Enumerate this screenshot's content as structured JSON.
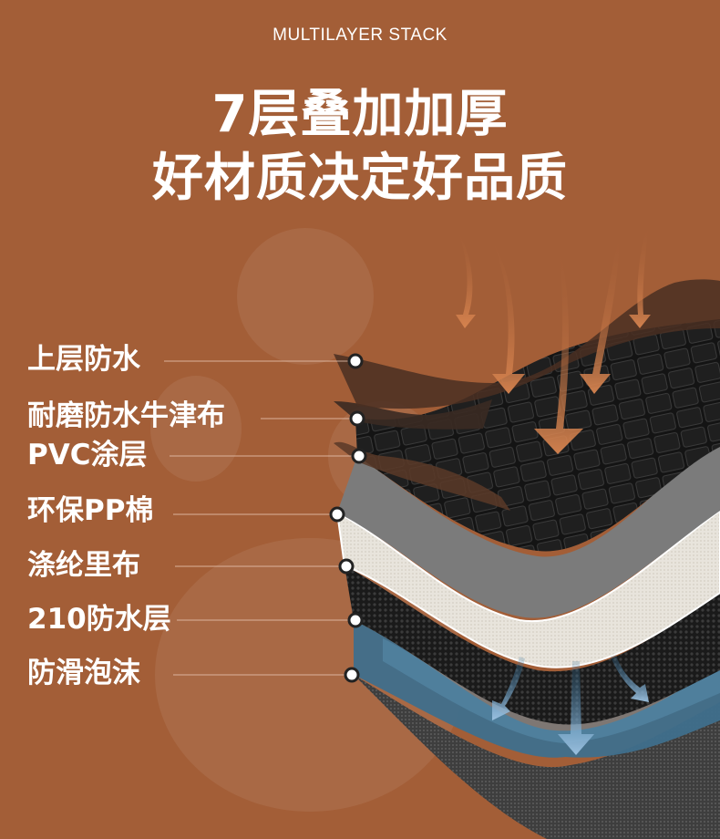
{
  "header": {
    "subtitle": "MULTILAYER STACK",
    "title_line1": "7层叠加加厚",
    "title_line2": "好材质决定好品质"
  },
  "layers": [
    {
      "label": "上层防水"
    },
    {
      "label": "耐磨防水牛津布"
    },
    {
      "label": "PVC涂层"
    },
    {
      "label": "环保PP棉"
    },
    {
      "label": "涤纶里布"
    },
    {
      "label": "210防水层"
    },
    {
      "label": "防滑泡沫"
    }
  ],
  "colors": {
    "background": "#a35e37",
    "text": "#ffffff",
    "arrow_warm": "#d07a45",
    "arrow_cool": "#8fb6d8"
  }
}
